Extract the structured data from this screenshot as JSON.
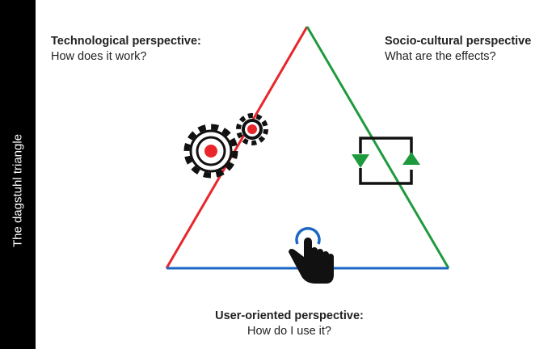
{
  "sidebar": {
    "title": "The dagstuhl triangle"
  },
  "perspectives": {
    "technological": {
      "heading": "Technological perspective:",
      "question": "How does it work?"
    },
    "socio_cultural": {
      "heading": "Socio-cultural perspective",
      "question": "What are the effects?"
    },
    "user_oriented": {
      "heading": "User-oriented perspective:",
      "question": "How do I use it?"
    }
  },
  "colors": {
    "technological_edge": "#e8262b",
    "socio_cultural_edge": "#1e9a3e",
    "user_oriented_edge": "#1c66c4",
    "gear_dot": "#e8262b",
    "touch_ring": "#1c66c4",
    "cycle_arrows": "#1e9a3e"
  },
  "icons": [
    "gears-icon",
    "cycle-arrows-icon",
    "touch-hand-icon"
  ]
}
